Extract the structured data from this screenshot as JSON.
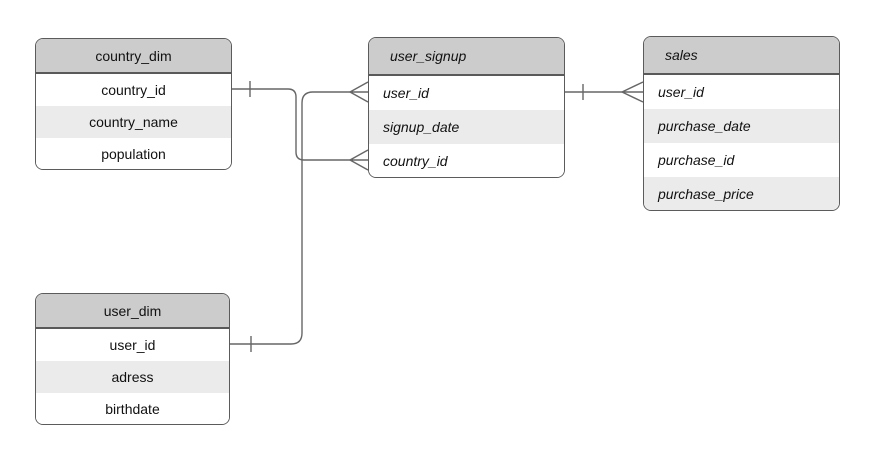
{
  "diagram": {
    "type": "entity-relationship-diagram",
    "background": "#ffffff",
    "colors": {
      "header_fill": "#cccccc",
      "row_fill": "#ffffff",
      "row_alt_fill": "#ebebeb",
      "border": "#5b5b5b",
      "connector_line": "#666666",
      "text": "#111111"
    },
    "entities": {
      "country_dim": {
        "title": "country_dim",
        "fields": [
          "country_id",
          "country_name",
          "population"
        ],
        "text_style": "regular-centered"
      },
      "user_dim": {
        "title": "user_dim",
        "fields": [
          "user_id",
          "adress",
          "birthdate"
        ],
        "text_style": "regular-centered"
      },
      "user_signup": {
        "title": "user_signup",
        "fields": [
          "user_id",
          "signup_date",
          "country_id"
        ],
        "text_style": "italic-left"
      },
      "sales": {
        "title": "sales",
        "fields": [
          "user_id",
          "purchase_date",
          "purchase_id",
          "purchase_price"
        ],
        "text_style": "italic-left"
      }
    },
    "relationships": [
      {
        "from": "country_dim.country_id",
        "from_cardinality": "one",
        "to": "user_signup.country_id",
        "to_cardinality": "many"
      },
      {
        "from": "user_dim.user_id",
        "from_cardinality": "one",
        "to": "user_signup.user_id",
        "to_cardinality": "many"
      },
      {
        "from": "user_signup.user_id",
        "from_cardinality": "one",
        "to": "sales.user_id",
        "to_cardinality": "many"
      }
    ]
  }
}
